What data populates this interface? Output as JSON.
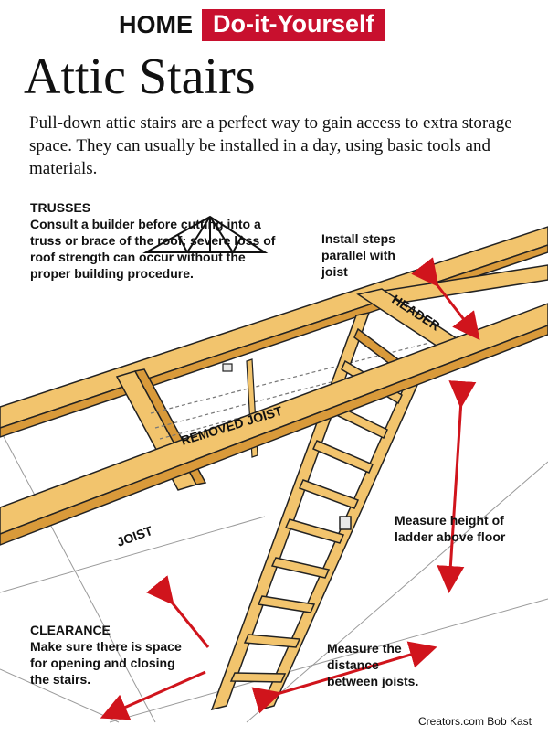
{
  "header": {
    "home": "HOME",
    "diy": "Do-it-Yourself"
  },
  "title": "Attic Stairs",
  "intro": "Pull-down attic stairs are a perfect way to gain access to extra storage space. They can usually be installed in a day, using basic tools and materials.",
  "trusses": {
    "heading": "TRUSSES",
    "body": "Consult a builder before cutting into a truss or brace of the roof; severe loss of roof strength can occur without the proper building procedure."
  },
  "install": "Install steps parallel with joist",
  "header_label": "HEADER",
  "removed_joist": "REMOVED JOIST",
  "joist": "JOIST",
  "measure_height": "Measure height of ladder above floor",
  "clearance": {
    "heading": "CLEARANCE",
    "body": "Make sure there is space for opening and closing the stairs."
  },
  "measure_distance": "Measure the distance between joists.",
  "credit": "Creators.com Bob Kast",
  "colors": {
    "wood": "#f2c46d",
    "wood_dark": "#d99a3a",
    "accent": "#c8102e",
    "arrow": "#d0141c"
  }
}
